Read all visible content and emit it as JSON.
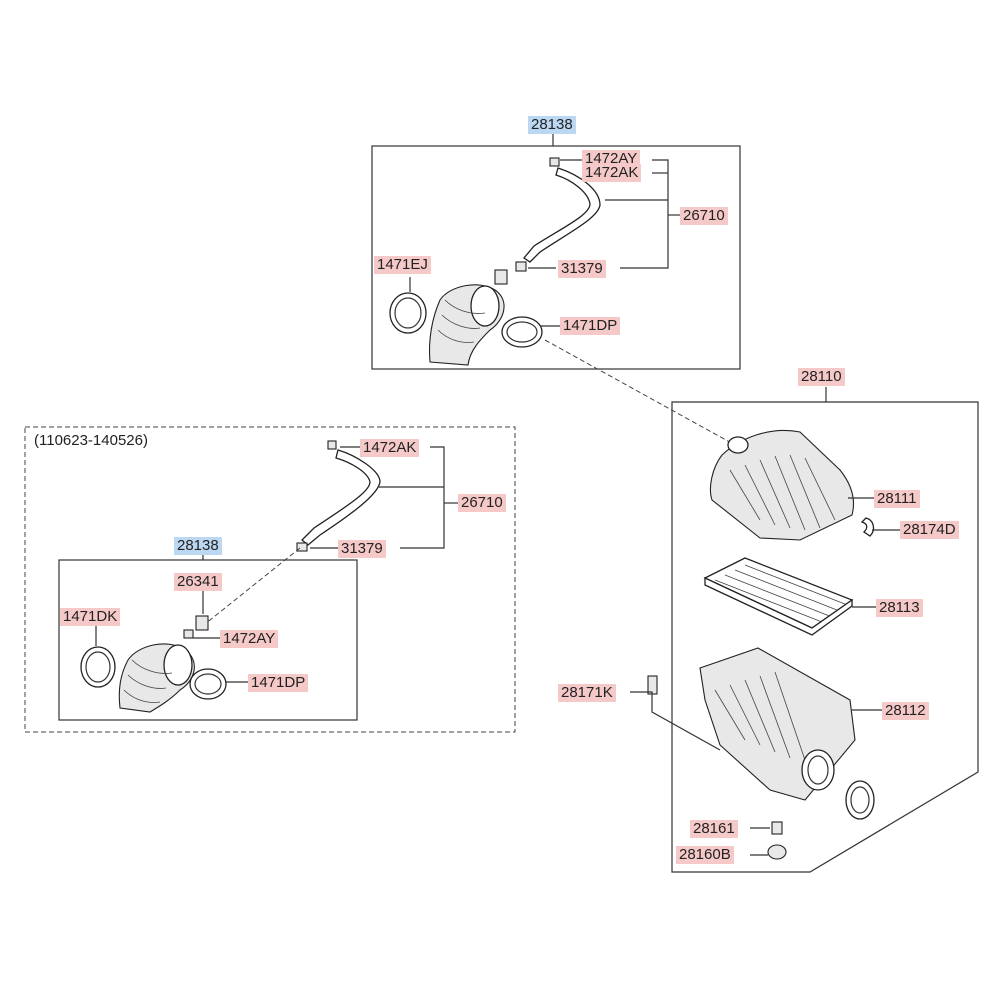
{
  "group_top": {
    "group_label": "28138",
    "labels": {
      "p1472ay": "1472AY",
      "p1472ak": "1472AK",
      "p26710": "26710",
      "p1471ej": "1471EJ",
      "p31379": "31379",
      "p1471dp": "1471DP"
    }
  },
  "group_left": {
    "date_range": "(110623-140526)",
    "outer_labels": {
      "p1472ak": "1472AK",
      "p26710": "26710",
      "p31379": "31379"
    },
    "inner_group_label": "28138",
    "inner_labels": {
      "p26341": "26341",
      "p1471dk": "1471DK",
      "p1472ay": "1472AY",
      "p1471dp": "1471DP"
    }
  },
  "group_right": {
    "group_label": "28110",
    "labels": {
      "p28111": "28111",
      "p28174d": "28174D",
      "p28113": "28113",
      "p28171k": "28171K",
      "p28112": "28112",
      "p28161": "28161",
      "p28160b": "28160B"
    }
  },
  "colors": {
    "part_label_bg": "#f6c9c9",
    "group_label_bg": "#bcd7f2",
    "line": "#333333"
  }
}
